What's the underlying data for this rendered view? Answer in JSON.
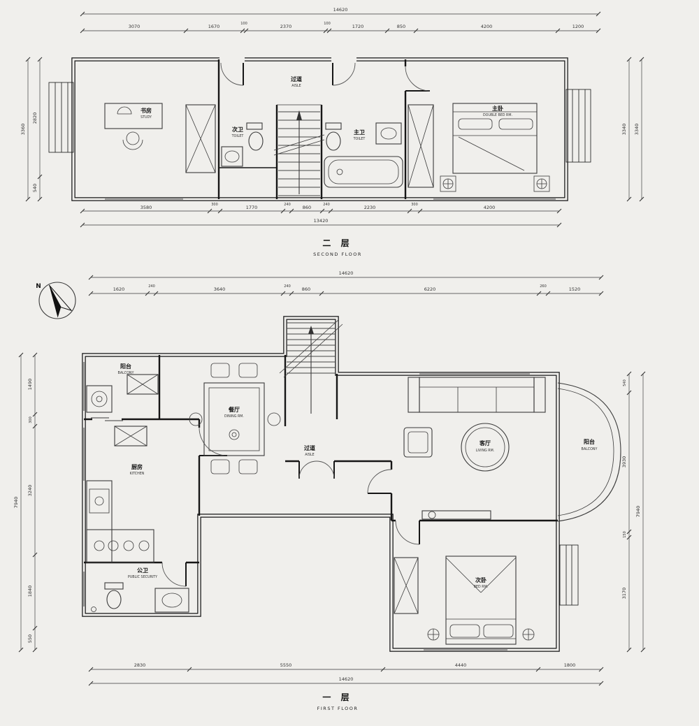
{
  "second_floor": {
    "title_cn": "二 层",
    "title_en": "SECOND FLOOR",
    "dim_top_total": "14620",
    "dims_top": [
      "3070",
      "1670",
      "100",
      "2370",
      "100",
      "1720",
      "850",
      "4200",
      "1200"
    ],
    "dims_bottom": [
      "3580",
      "300",
      "1770",
      "240",
      "860",
      "240",
      "2230",
      "300",
      "4200"
    ],
    "dim_bottom_total": "13420",
    "dim_left_total": "3360",
    "dims_left": [
      "2820",
      "540"
    ],
    "dims_right": [
      "3340",
      "3340"
    ],
    "rooms": {
      "study": {
        "cn": "书房",
        "en": "STUDY"
      },
      "toilet_second": {
        "cn": "次卫",
        "en": "TOILET"
      },
      "aisle": {
        "cn": "过道",
        "en": "AISLE"
      },
      "toilet_master": {
        "cn": "主卫",
        "en": "TOILET"
      },
      "master_bedroom": {
        "cn": "主卧",
        "en": "DOUBLE BED RM."
      }
    }
  },
  "first_floor": {
    "title_cn": "一 层",
    "title_en": "FIRST FLOOR",
    "dim_top_total": "14620",
    "dims_top": [
      "1620",
      "240",
      "3640",
      "240",
      "860",
      "6220",
      "260",
      "1520"
    ],
    "dims_bottom": [
      "2830",
      "5550",
      "4440",
      "1800"
    ],
    "dim_bottom_total": "14620",
    "dim_left_total": "7940",
    "dims_left": [
      "1490",
      "300",
      "3240",
      "1840",
      "550"
    ],
    "dim_right_total": "7940",
    "dims_right": [
      "540",
      "3930",
      "150",
      "3170"
    ],
    "compass_label": "N",
    "rooms": {
      "balcony_north": {
        "cn": "阳台",
        "en": "BALCONY"
      },
      "dining": {
        "cn": "餐厅",
        "en": "DINING RM."
      },
      "kitchen": {
        "cn": "厨房",
        "en": "KITCHEN"
      },
      "aisle": {
        "cn": "过道",
        "en": "AISLE"
      },
      "living": {
        "cn": "客厅",
        "en": "LIVING RM."
      },
      "balcony_east": {
        "cn": "阳台",
        "en": "BALCONY"
      },
      "public_bath": {
        "cn": "公卫",
        "en": "PUBLIC SECURITY"
      },
      "bedroom": {
        "cn": "次卧",
        "en": "BED RM."
      }
    }
  }
}
